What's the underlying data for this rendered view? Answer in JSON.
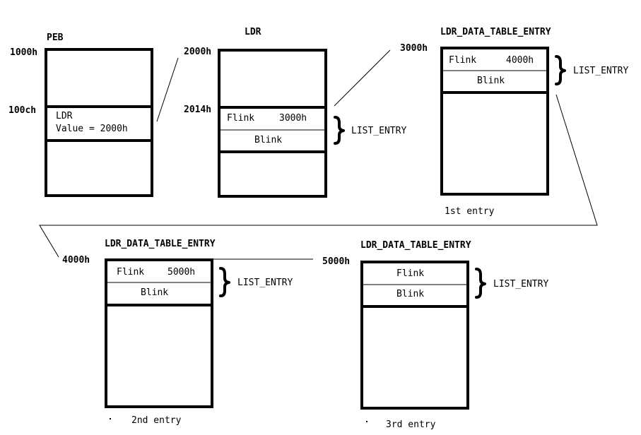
{
  "peb": {
    "title": "PEB",
    "addr_top": "1000h",
    "addr_field": "100ch",
    "field_name": "LDR",
    "field_value": "Value = 2000h"
  },
  "ldr": {
    "title": "LDR",
    "addr_top": "2000h",
    "addr_field": "2014h",
    "flink_label": "Flink",
    "flink_value": "3000h",
    "blink_label": "Blink",
    "list_entry": "LIST_ENTRY"
  },
  "entry1": {
    "title": "LDR_DATA_TABLE_ENTRY",
    "addr_top": "3000h",
    "flink_label": "Flink",
    "flink_value": "4000h",
    "blink_label": "Blink",
    "list_entry": "LIST_ENTRY",
    "caption": "1st entry"
  },
  "entry2": {
    "title": "LDR_DATA_TABLE_ENTRY",
    "addr_top": "4000h",
    "flink_label": "Flink",
    "flink_value": "5000h",
    "blink_label": "Blink",
    "list_entry": "LIST_ENTRY",
    "caption": "2nd entry"
  },
  "entry3": {
    "title": "LDR_DATA_TABLE_ENTRY",
    "addr_top": "5000h",
    "flink_label": "Flink",
    "blink_label": "Blink",
    "list_entry": "LIST_ENTRY",
    "caption": "3rd entry"
  }
}
